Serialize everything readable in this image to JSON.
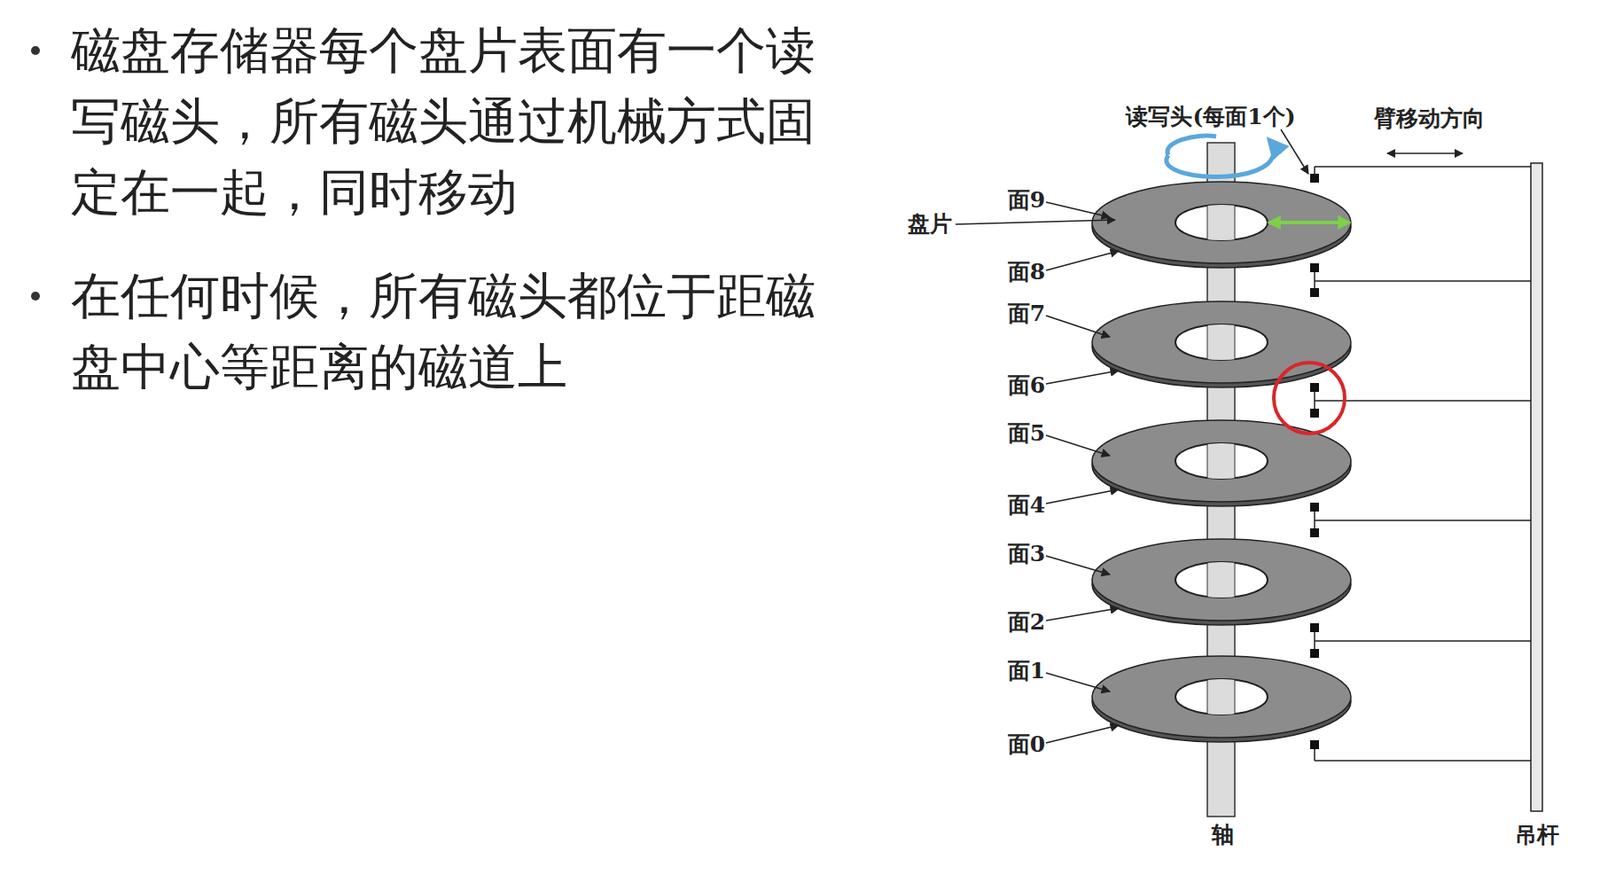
{
  "diagram": {
    "labels": [
      "磁盘存储器每个盘片表面有一个读写磁头，所有磁头通过机械方式固定在一起，同时移动",
      "在任何时候，所有磁头都位于距磁盘中心等距离的磁道上",
      "读写头(每面1个)",
      "臂移动方向",
      "盘片",
      "面9",
      "面8",
      "面7",
      "面6",
      "面5",
      "面4",
      "面3",
      "面2",
      "面1",
      "面0",
      "轴",
      "吊杆"
    ]
  }
}
